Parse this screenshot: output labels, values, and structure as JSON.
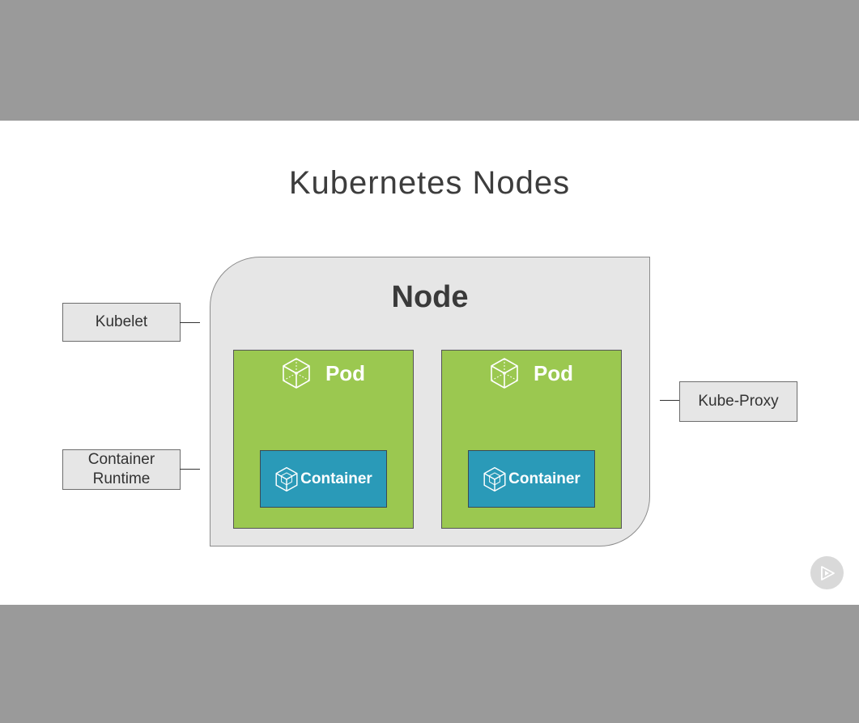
{
  "slide": {
    "title": "Kubernetes Nodes"
  },
  "diagram": {
    "node_label": "Node",
    "pods": [
      {
        "label": "Pod",
        "container_label": "Container"
      },
      {
        "label": "Pod",
        "container_label": "Container"
      }
    ],
    "left_components": [
      {
        "label": "Kubelet"
      },
      {
        "label_line1": "Container",
        "label_line2": "Runtime"
      }
    ],
    "right_components": [
      {
        "label": "Kube-Proxy"
      }
    ]
  },
  "controls": {
    "play_icon": "pluralsight-play-icon"
  },
  "colors": {
    "background_band": "#9a9a9a",
    "node_fill": "#e6e6e6",
    "pod_fill": "#9bc850",
    "container_fill": "#2a9ab8"
  }
}
